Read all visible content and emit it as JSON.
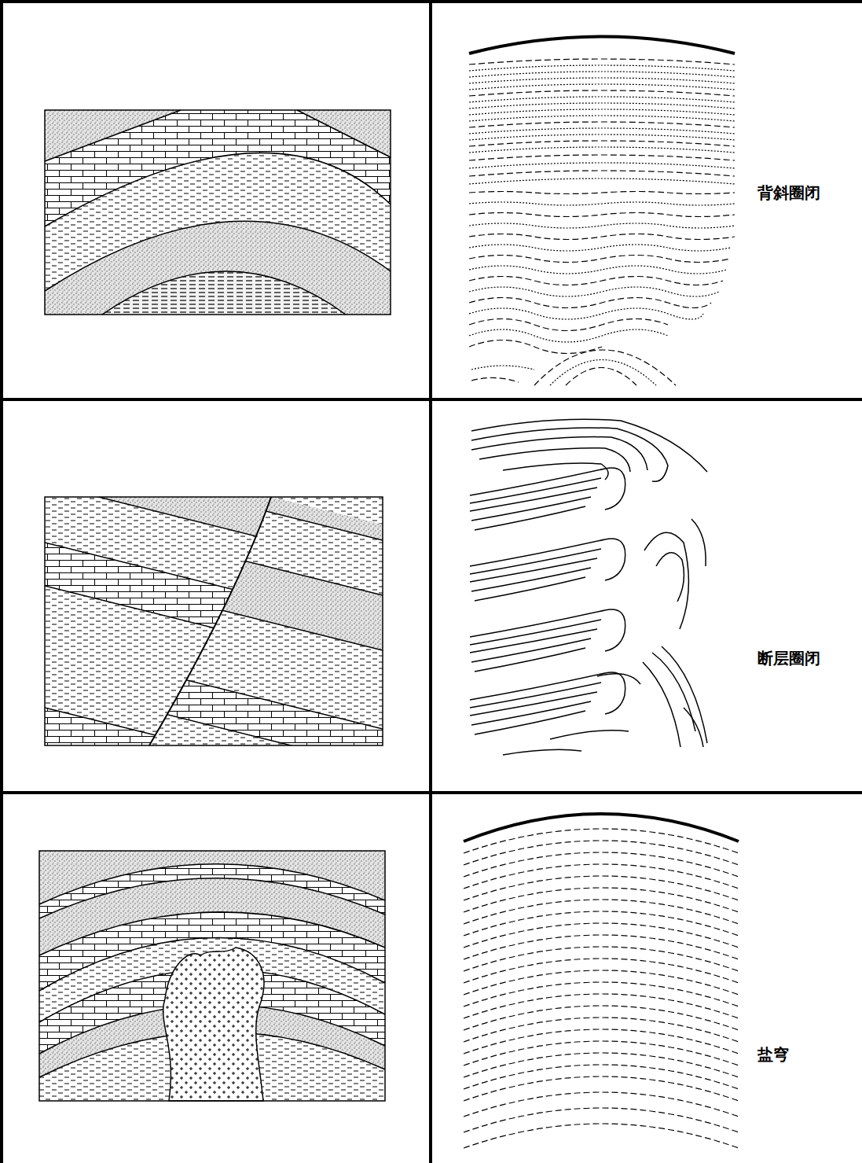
{
  "diagram": {
    "labels": [
      "背斜圈闭",
      "断层圈闭",
      "盐穹"
    ]
  }
}
